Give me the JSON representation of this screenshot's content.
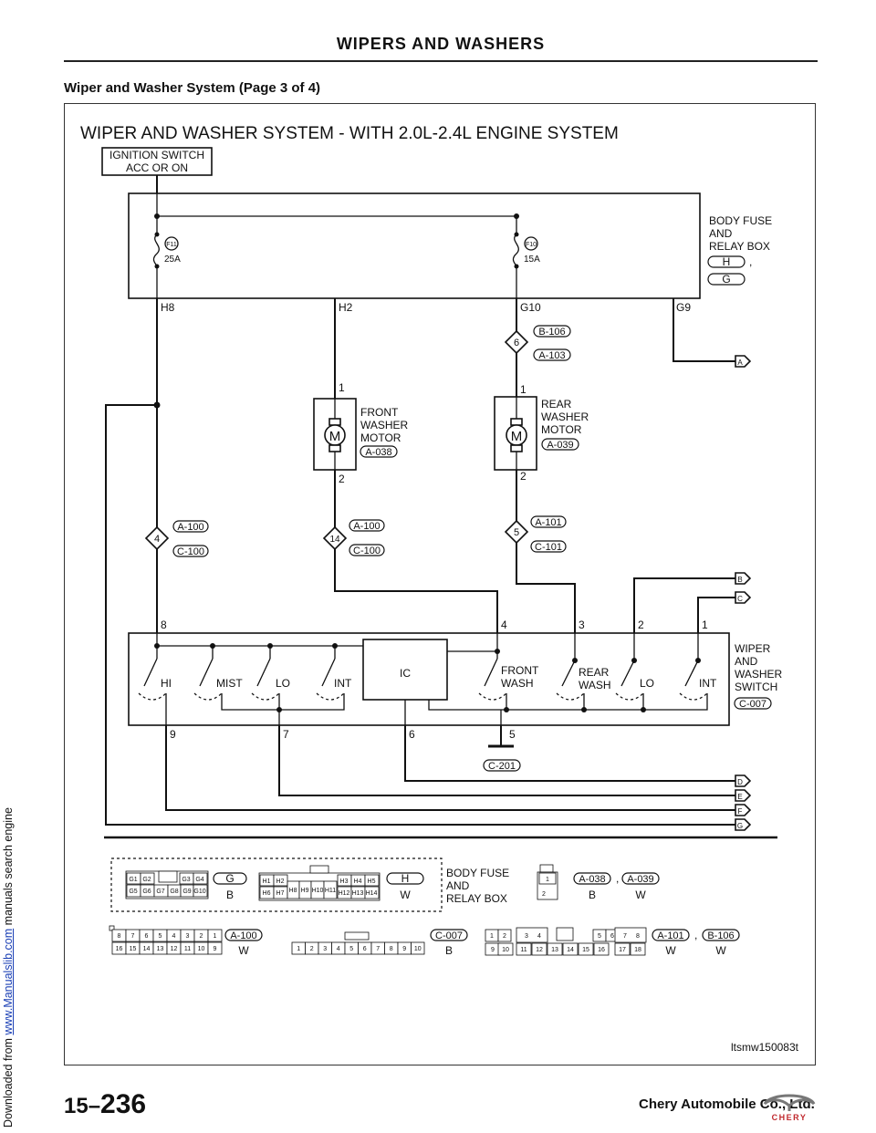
{
  "sidebar": {
    "prefix": "Downloaded from",
    "link": "www.Manualslib.com",
    "suffix": "manuals search engine"
  },
  "header": {
    "title": "WIPERS AND WASHERS",
    "subtitle": "Wiper and Washer System (Page 3 of 4)"
  },
  "diagram": {
    "title": "WIPER AND WASHER SYSTEM - WITH 2.0L-2.4L ENGINE SYSTEM",
    "ignition": {
      "line1": "IGNITION SWITCH",
      "line2": "ACC OR ON"
    },
    "fuse_box": {
      "line1": "BODY FUSE",
      "line2": "AND",
      "line3": "RELAY BOX",
      "conn1": "H",
      "comma": ",",
      "conn2": "G"
    },
    "fuses": [
      {
        "id": "F11",
        "rating": "25A"
      },
      {
        "id": "F10",
        "rating": "15A"
      }
    ],
    "terminals": [
      "H8",
      "H2",
      "G10",
      "G9"
    ],
    "connectors": {
      "b106": "B-106",
      "a103": "A-103",
      "pin6": "6",
      "a100": "A-100",
      "c100": "C-100",
      "a101": "A-101",
      "c101": "C-101",
      "pin4": "4",
      "pin14": "14",
      "pin5": "5",
      "c007": "C-007",
      "c201": "C-201",
      "a038": "A-038",
      "a039": "A-039"
    },
    "front_motor": {
      "line1": "FRONT",
      "line2": "WASHER",
      "line3": "MOTOR",
      "symbol": "M",
      "pin_top": "1",
      "pin_bottom": "2"
    },
    "rear_motor": {
      "line1": "REAR",
      "line2": "WASHER",
      "line3": "MOTOR",
      "symbol": "M",
      "pin_top": "1",
      "pin_bottom": "2"
    },
    "off_page": [
      "A",
      "B",
      "C",
      "D",
      "E",
      "F",
      "G"
    ],
    "switch": {
      "line1": "WIPER",
      "line2": "AND",
      "line3": "WASHER",
      "line4": "SWITCH",
      "ic": "IC",
      "labels": {
        "hi": "HI",
        "mist": "MIST",
        "lo": "LO",
        "int": "INT",
        "front_wash_1": "FRONT",
        "front_wash_2": "WASH",
        "rear_wash_1": "REAR",
        "rear_wash_2": "WASH",
        "lo2": "LO",
        "int2": "INT"
      },
      "top_pins": [
        "8",
        "4",
        "3",
        "2",
        "1"
      ],
      "bottom_pins": [
        "9",
        "7",
        "6",
        "5"
      ]
    },
    "legend": {
      "fuse_box_line1": "BODY FUSE",
      "fuse_box_line2": "AND",
      "fuse_box_line3": "RELAY BOX",
      "g_conn": "G",
      "g_color": "B",
      "h_conn": "H",
      "h_color": "W",
      "g_top": [
        "G1",
        "G2",
        "",
        "G3",
        "G4"
      ],
      "g_bottom": [
        "G5",
        "G6",
        "G7",
        "G8",
        "G9",
        "G10"
      ],
      "h_top": [
        "H1",
        "H2",
        "",
        "",
        "H3",
        "H4",
        "H5"
      ],
      "h_bottom": [
        "H6",
        "H7",
        "H8",
        "H9",
        "H10",
        "H11",
        "H12",
        "H13",
        "H14"
      ],
      "motor_conn_a": "A-038",
      "motor_conn_b": "A-039",
      "motor_color_a": "B",
      "motor_color_b": "W",
      "motor_pin1": "1",
      "motor_pin2": "2",
      "comma": ",",
      "a100_color": "W",
      "a100_top": [
        "8",
        "7",
        "6",
        "5",
        "4",
        "3",
        "2",
        "1"
      ],
      "a100_bottom": [
        "16",
        "15",
        "14",
        "13",
        "12",
        "11",
        "10",
        "9"
      ],
      "c007_color": "B",
      "c007_pins": [
        "1",
        "2",
        "3",
        "4",
        "5",
        "6",
        "7",
        "8",
        "9",
        "10"
      ],
      "a101_color": "W",
      "b106_color": "W",
      "a101_top": [
        "1",
        "2",
        "3",
        "4",
        "",
        "5",
        "6",
        "7",
        "8"
      ],
      "a101_bottom": [
        "9",
        "10",
        "11",
        "12",
        "13",
        "14",
        "15",
        "16",
        "17",
        "18"
      ]
    },
    "figure_code": "ltsmw150083t"
  },
  "footer": {
    "section": "15–",
    "page": "236",
    "company": "Chery Automobile Co., Ltd.",
    "logo": "CHERY"
  }
}
